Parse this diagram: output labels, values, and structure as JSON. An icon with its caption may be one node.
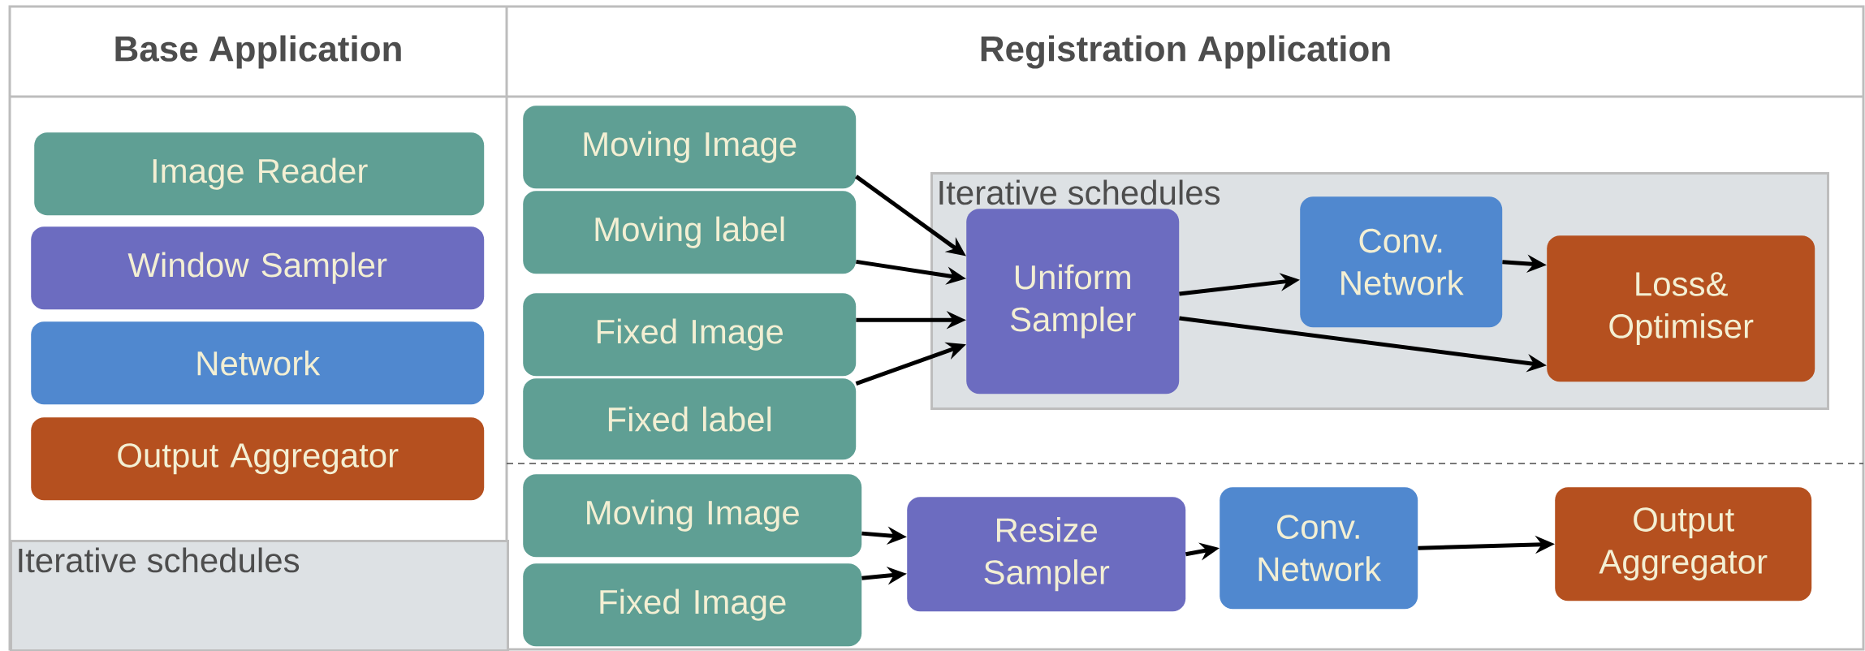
{
  "diagram": {
    "nodes": [
      {
        "text": [
          "Image Reader"
        ]
      },
      {
        "text": [
          "Window Sampler"
        ]
      },
      {
        "text": [
          "Network"
        ]
      },
      {
        "text": [
          "Output Aggregator"
        ]
      },
      {
        "text": [
          "Iterative schedules"
        ]
      },
      {
        "text": [
          "Moving Image"
        ]
      },
      {
        "text": [
          "Moving label"
        ]
      },
      {
        "text": [
          "Fixed Image"
        ]
      },
      {
        "text": [
          "Fixed label"
        ]
      },
      {
        "text": [
          "Iterative schedules"
        ]
      },
      {
        "text": [
          "Uniform Sampler"
        ],
        "in": 9
      },
      {
        "text": [
          "Conv. Network"
        ],
        "in": 9
      },
      {
        "text": [
          "Loss& Optimiser"
        ],
        "in": 9
      },
      {
        "text": [
          "Moving Image"
        ]
      },
      {
        "text": [
          "Fixed Image"
        ]
      },
      {
        "text": [
          "Resize Sampler"
        ]
      },
      {
        "text": [
          "Conv. Network"
        ]
      },
      {
        "text": [
          "Output Aggregator"
        ]
      }
    ],
    "edges": [
      {
        "from": 5,
        "to": 10,
        "arrow": "to"
      },
      {
        "from": 6,
        "to": 10,
        "arrow": "to"
      },
      {
        "from": 7,
        "to": 10,
        "arrow": "to"
      },
      {
        "from": 8,
        "to": 10,
        "arrow": "to"
      },
      {
        "from": 10,
        "to": 11,
        "arrow": "to"
      },
      {
        "from": 10,
        "to": 12,
        "arrow": "to"
      },
      {
        "from": 11,
        "to": 12,
        "arrow": "to"
      },
      {
        "from": 13,
        "to": 15,
        "arrow": "to"
      },
      {
        "from": 14,
        "to": 15,
        "arrow": "to"
      },
      {
        "from": 15,
        "to": 16,
        "arrow": "to"
      },
      {
        "from": 16,
        "to": 17,
        "arrow": "to"
      }
    ],
    "labels": [
      "Base Application",
      "Registration Application"
    ]
  }
}
